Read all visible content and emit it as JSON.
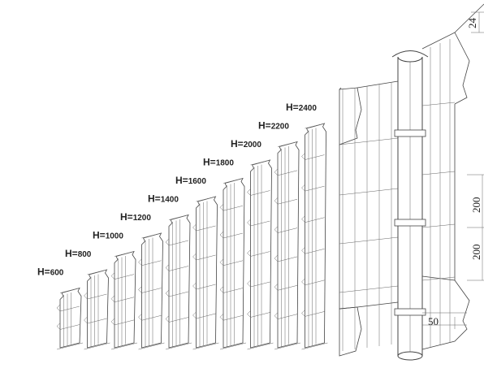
{
  "panels": [
    {
      "prefix": "H=",
      "value": "600",
      "height_mm": 600
    },
    {
      "prefix": "H=",
      "value": "800",
      "height_mm": 800
    },
    {
      "prefix": "H=",
      "value": "1000",
      "height_mm": 1000
    },
    {
      "prefix": "H=",
      "value": "1200",
      "height_mm": 1200
    },
    {
      "prefix": "H=",
      "value": "1400",
      "height_mm": 1400
    },
    {
      "prefix": "H=",
      "value": "1600",
      "height_mm": 1600
    },
    {
      "prefix": "H=",
      "value": "1800",
      "height_mm": 1800
    },
    {
      "prefix": "H=",
      "value": "2000",
      "height_mm": 2000
    },
    {
      "prefix": "H=",
      "value": "2200",
      "height_mm": 2200
    },
    {
      "prefix": "H=",
      "value": "2400",
      "height_mm": 2400
    }
  ],
  "detail": {
    "dim_top": "24",
    "dim_mid_upper": "200",
    "dim_mid_lower": "200",
    "dim_bottom": "50"
  }
}
